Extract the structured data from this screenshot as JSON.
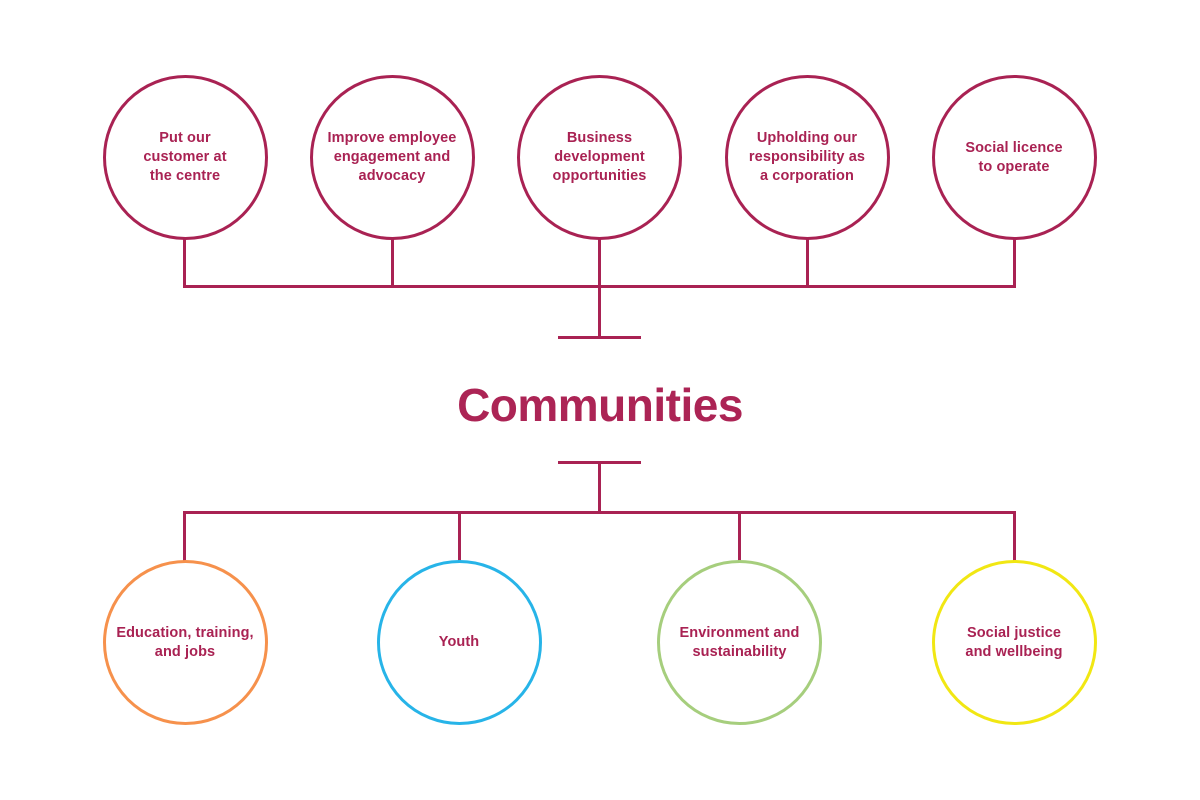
{
  "title": "Communities",
  "colors": {
    "crimson": "#A92253",
    "orange": "#F6914C",
    "cyan": "#27B4E8",
    "green": "#A6CE7D",
    "yellow": "#F1E713"
  },
  "top_row": {
    "items": [
      {
        "label": "Put our\ncustomer at\nthe centre"
      },
      {
        "label": "Improve employee\nengagement and\nadvocacy"
      },
      {
        "label": "Business\ndevelopment\nopportunities"
      },
      {
        "label": "Upholding our\nresponsibility as\na corporation"
      },
      {
        "label": "Social licence\nto operate"
      }
    ]
  },
  "bottom_row": {
    "items": [
      {
        "label": "Education, training,\nand jobs",
        "color": "#F6914C"
      },
      {
        "label": "Youth",
        "color": "#27B4E8"
      },
      {
        "label": "Environment and\nsustainability",
        "color": "#A6CE7D"
      },
      {
        "label": "Social justice\nand wellbeing",
        "color": "#F1E713"
      }
    ]
  }
}
